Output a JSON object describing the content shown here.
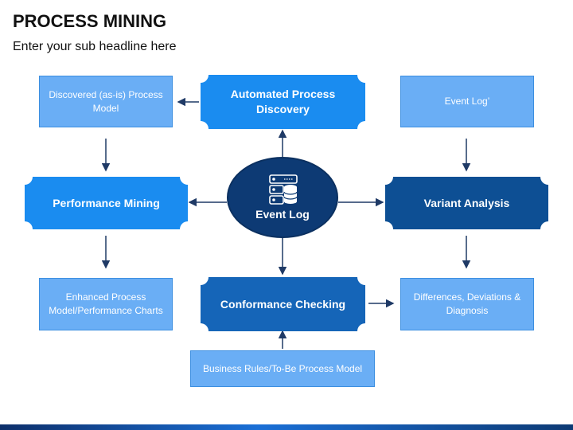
{
  "header": {
    "title": "PROCESS MINING",
    "subtitle": "Enter your sub headline here"
  },
  "center": {
    "label": "Event Log",
    "icon": "database-server-icon",
    "color": "#0d3a74"
  },
  "nodes": {
    "discovered_model": "Discovered (as-is) Process Model",
    "automated_discovery": "Automated Process Discovery",
    "event_log_prime": "Event Log’",
    "performance_mining": "Performance Mining",
    "variant_analysis": "Variant Analysis",
    "enhanced_model": "Enhanced Process Model/Performance Charts",
    "conformance_checking": "Conformance Checking",
    "differences": "Differences, Deviations & Diagnosis",
    "business_rules": "Business Rules/To-Be Process Model"
  },
  "colors": {
    "light_box": "#6aaef5",
    "bright_blue": "#1a8cf0",
    "medium_blue": "#1565b8",
    "dark_blue": "#0d4f94",
    "arrow": "#1f3a66",
    "text": "#111111"
  }
}
